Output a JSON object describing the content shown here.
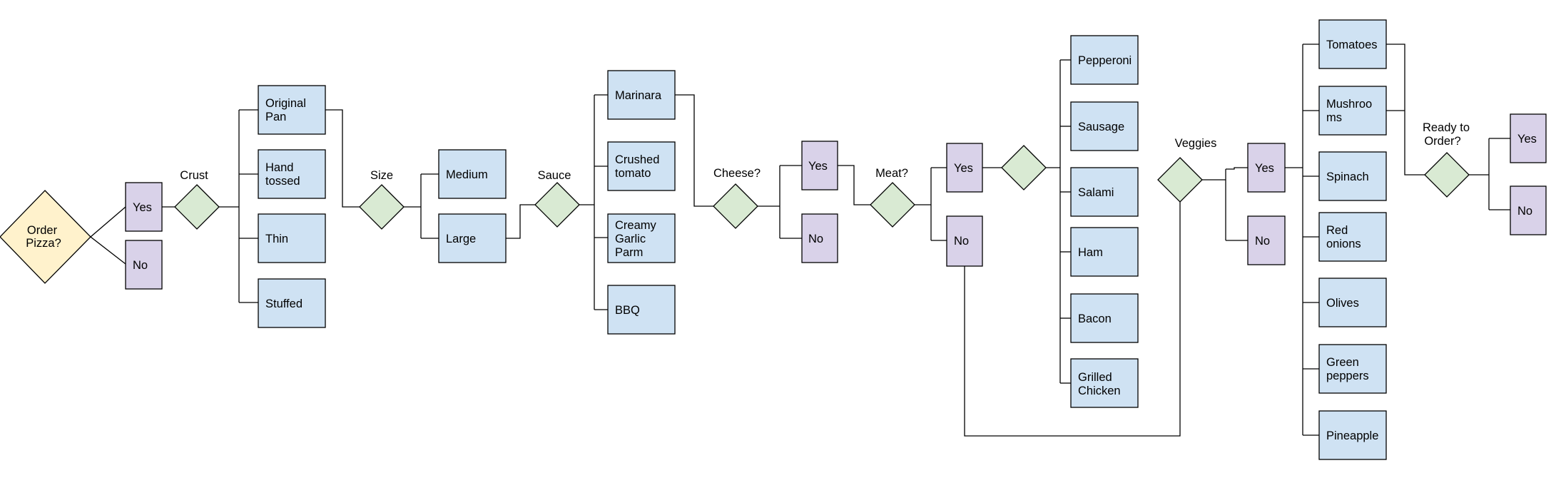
{
  "start": {
    "line1": "Order",
    "line2": "Pizza?"
  },
  "order_yes": "Yes",
  "order_no": "No",
  "crust": {
    "title": "Crust",
    "options": [
      [
        "Original",
        "Pan"
      ],
      [
        "Hand",
        "tossed"
      ],
      [
        "Thin"
      ],
      [
        "Stuffed"
      ]
    ]
  },
  "size": {
    "title": "Size",
    "options": [
      "Medium",
      "Large"
    ]
  },
  "sauce": {
    "title": "Sauce",
    "options": [
      [
        "Marinara"
      ],
      [
        "Crushed",
        "tomato"
      ],
      [
        "Creamy",
        "Garlic",
        "Parm"
      ],
      [
        "BBQ"
      ]
    ]
  },
  "cheese": {
    "title": "Cheese?",
    "yes": "Yes",
    "no": "No"
  },
  "meat": {
    "title": "Meat?",
    "yes": "Yes",
    "no": "No",
    "options": [
      [
        "Pepperoni"
      ],
      [
        "Sausage"
      ],
      [
        "Salami"
      ],
      [
        "Ham"
      ],
      [
        "Bacon"
      ],
      [
        "Grilled",
        "Chicken"
      ]
    ]
  },
  "veggies": {
    "title": "Veggies",
    "yes": "Yes",
    "no": "No",
    "options": [
      [
        "Tomatoes"
      ],
      [
        "Mushroo",
        "ms"
      ],
      [
        "Spinach"
      ],
      [
        "Red",
        "onions"
      ],
      [
        "Olives"
      ],
      [
        "Green",
        "peppers"
      ],
      [
        "Pineapple"
      ]
    ]
  },
  "ready": {
    "title_line1": "Ready to",
    "title_line2": "Order?",
    "yes": "Yes",
    "no": "No"
  }
}
